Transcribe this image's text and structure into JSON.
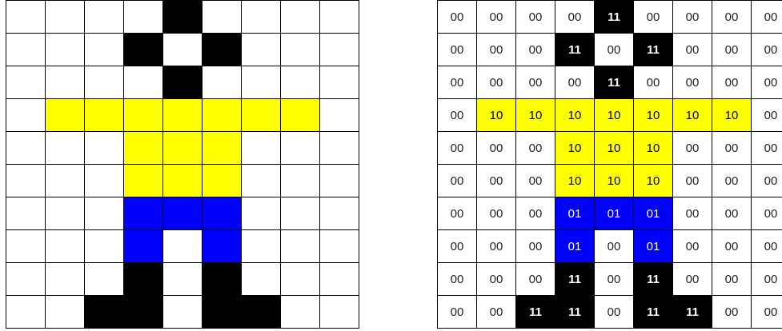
{
  "colors": {
    "00": "#ffffff",
    "11": "#000000",
    "10": "#ffff00",
    "01": "#0000ff"
  },
  "rows": [
    [
      "00",
      "00",
      "00",
      "00",
      "11",
      "00",
      "00",
      "00",
      "00"
    ],
    [
      "00",
      "00",
      "00",
      "11",
      "00",
      "11",
      "00",
      "00",
      "00"
    ],
    [
      "00",
      "00",
      "00",
      "00",
      "11",
      "00",
      "00",
      "00",
      "00"
    ],
    [
      "00",
      "10",
      "10",
      "10",
      "10",
      "10",
      "10",
      "10",
      "00"
    ],
    [
      "00",
      "00",
      "00",
      "10",
      "10",
      "10",
      "00",
      "00",
      "00"
    ],
    [
      "00",
      "00",
      "00",
      "10",
      "10",
      "10",
      "00",
      "00",
      "00"
    ],
    [
      "00",
      "00",
      "00",
      "01",
      "01",
      "01",
      "00",
      "00",
      "00"
    ],
    [
      "00",
      "00",
      "00",
      "01",
      "00",
      "01",
      "00",
      "00",
      "00"
    ],
    [
      "00",
      "00",
      "00",
      "11",
      "00",
      "11",
      "00",
      "00",
      "00"
    ],
    [
      "00",
      "00",
      "11",
      "11",
      "00",
      "11",
      "11",
      "00",
      "00"
    ]
  ]
}
